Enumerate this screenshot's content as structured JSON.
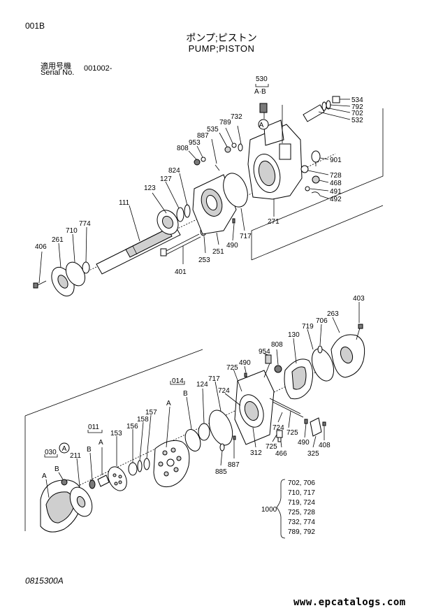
{
  "header": {
    "page_code": "001B",
    "title_jp": "ポンプ;ピストン",
    "title_en": "PUMP;PISTON",
    "serial_label_jp": "適用号機",
    "serial_label_en": "Serial No.",
    "serial_value": "001002-"
  },
  "footer": {
    "doc_number": "0815300A",
    "website": "www.epcatalogs.com"
  },
  "callouts": {
    "p530": "530",
    "ab": "A·B",
    "p534": "534",
    "p792": "792",
    "p702": "702",
    "p532": "532",
    "p732": "732",
    "p789": "789",
    "p535": "535",
    "p887a": "887",
    "p953": "953",
    "p808a": "808",
    "p824": "824",
    "p127": "127",
    "p123": "123",
    "p111": "111",
    "p774": "774",
    "p710": "710",
    "p261": "261",
    "p406": "406",
    "p401": "401",
    "p253": "253",
    "p251": "251",
    "p490a": "490",
    "p717a": "717",
    "p271": "271",
    "p901": "901",
    "p728": "728",
    "p468": "468",
    "p491": "491",
    "p492": "492",
    "circleA1": "A",
    "p403": "403",
    "p263": "263",
    "p706": "706",
    "p719": "719",
    "p130": "130",
    "p808b": "808",
    "p954": "954",
    "p490b": "490",
    "p725a": "725",
    "p724a": "724",
    "p717b": "717",
    "p124": "124",
    "p014": "014",
    "A1": "A",
    "B1": "B",
    "p157": "157",
    "p158": "158",
    "p156": "156",
    "p153": "153",
    "p011": "011",
    "B2": "B",
    "A2": "A",
    "circleA2": "A",
    "p030": "030",
    "B3": "B",
    "A3": "A",
    "p211": "211",
    "p885": "885",
    "p887b": "887",
    "p312": "312",
    "p724b": "724",
    "p725b": "725",
    "p725c": "725",
    "p466": "466",
    "p490c": "490",
    "p408": "408",
    "p325": "325"
  },
  "kit": {
    "id": "1000",
    "rows": [
      "702, 706",
      "710, 717",
      "719, 724",
      "725, 728",
      "732, 774",
      "789, 792"
    ]
  }
}
